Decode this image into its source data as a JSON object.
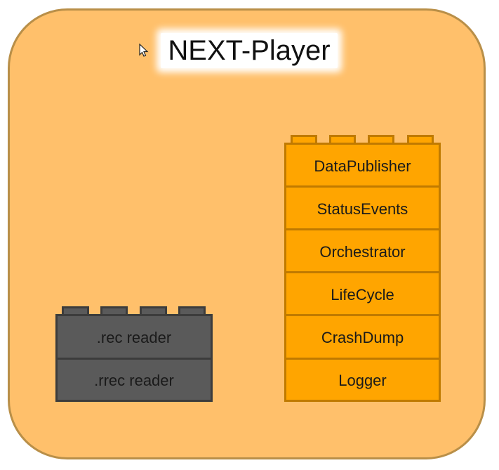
{
  "diagram": {
    "title": "NEXT-Player",
    "colors": {
      "container_fill": "#ffc06b",
      "container_border": "#b98f48",
      "orange_block": "#ffa500",
      "orange_border": "#c07a00",
      "gray_block": "#5a5a5a",
      "gray_border": "#3c3c3c"
    },
    "orange_stack": {
      "blocks": [
        "DataPublisher",
        "StatusEvents",
        "Orchestrator",
        "LifeCycle",
        "CrashDump",
        "Logger"
      ]
    },
    "gray_stack": {
      "blocks": [
        ".rec reader",
        ".rrec reader"
      ]
    }
  }
}
